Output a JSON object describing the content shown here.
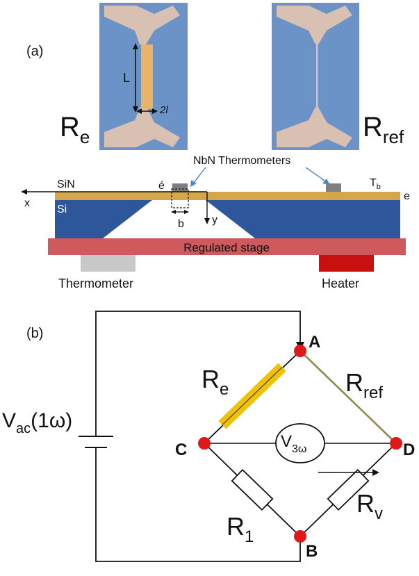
{
  "panel_a": {
    "label": "(a)",
    "left_photo": {
      "name": "R",
      "sub": "e",
      "dim_L": "L",
      "dim_w": "2l"
    },
    "right_photo": {
      "name": "R",
      "sub": "ref"
    },
    "thermometers_caption": "NbN Thermometers",
    "cross_section": {
      "sin_label": "SiN",
      "si_label": "Si",
      "x_axis": "x",
      "y_axis": "y",
      "e_prime": "é",
      "e_label": "e",
      "tb_main": "T",
      "tb_sub": "b",
      "b_label": "b",
      "stage_label": "Regulated stage",
      "thermometer_label": "Thermometer",
      "heater_label": "Heater"
    }
  },
  "panel_b": {
    "label": "(b)",
    "source_main": "V",
    "source_sub": "ac",
    "source_arg": "(1ω)",
    "node_a": "A",
    "node_b": "B",
    "node_c": "C",
    "node_d": "D",
    "re_main": "R",
    "re_sub": "e",
    "rref_main": "R",
    "rref_sub": "ref",
    "r1_main": "R",
    "r1_sub": "1",
    "rv_main": "R",
    "rv_sub": "v",
    "v3w_main": "V",
    "v3w_sub": "3ω"
  },
  "colors": {
    "photo_bg": "#6b93c7",
    "metal": "#d8c1b3",
    "strip": "#e8b468",
    "sin_layer": "#d6a64a",
    "si_block": "#2e569a",
    "stage": "#cf5a5e",
    "thermometer": "#c8c8c8",
    "heater": "#c81010",
    "node": "#e01818",
    "re_resistor": "#f2c200",
    "rref_wire": "#8a8a4a"
  }
}
